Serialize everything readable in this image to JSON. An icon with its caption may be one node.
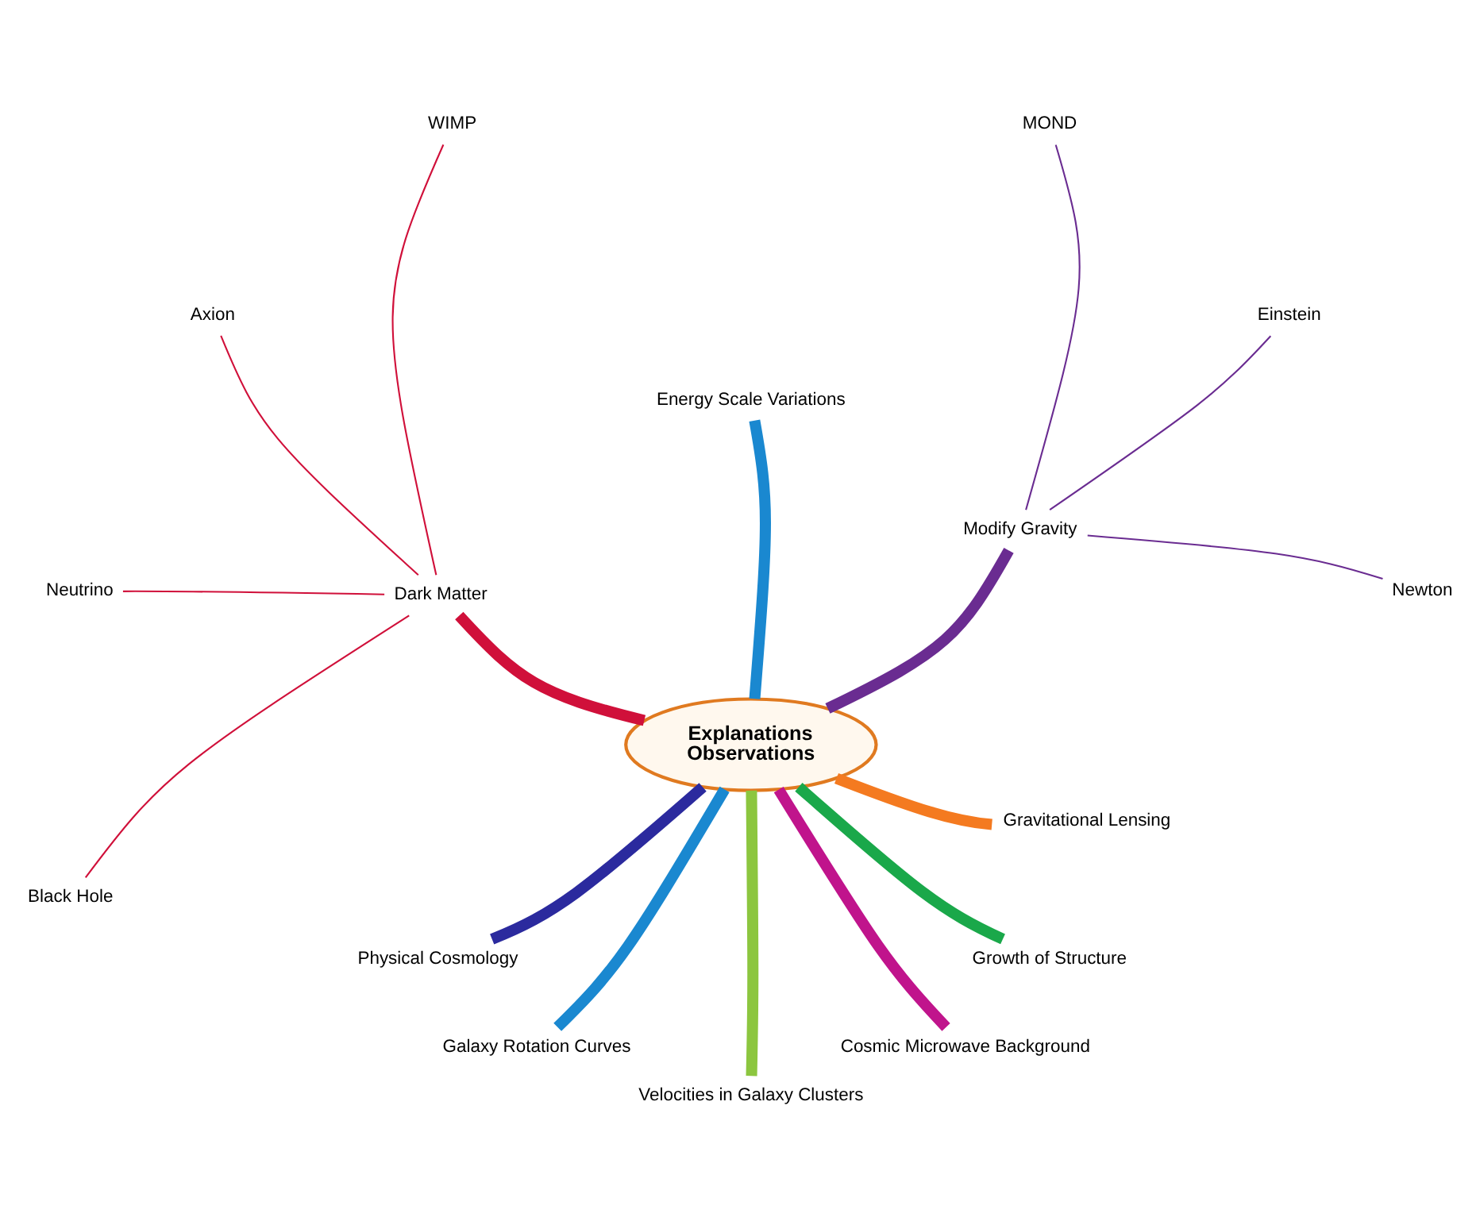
{
  "diagram": {
    "nodes": [
      {
        "text": [
          "Explanations",
          "Observations"
        ]
      },
      {
        "text": [
          "Modify Gravity"
        ]
      },
      {
        "text": [
          "Newton"
        ]
      },
      {
        "text": [
          "Einstein"
        ]
      },
      {
        "text": [
          "MOND"
        ]
      },
      {
        "text": [
          "Energy Scale Variations"
        ]
      },
      {
        "text": [
          "Dark Matter"
        ]
      },
      {
        "text": [
          "WIMP"
        ]
      },
      {
        "text": [
          "Axion"
        ]
      },
      {
        "text": [
          "Neutrino"
        ]
      },
      {
        "text": [
          "Black Hole"
        ]
      },
      {
        "text": [
          "Physical Cosmology"
        ]
      },
      {
        "text": [
          "Galaxy Rotation Curves"
        ]
      },
      {
        "text": [
          "Velocities in Galaxy Clusters"
        ]
      },
      {
        "text": [
          "Cosmic Microwave Background"
        ]
      },
      {
        "text": [
          "Growth of Structure"
        ]
      },
      {
        "text": [
          "Gravitational Lensing"
        ]
      }
    ],
    "edges": [
      {
        "from": 0,
        "to": 1,
        "arrow": "none",
        "color": "#6a2c91"
      },
      {
        "from": 1,
        "to": 2,
        "arrow": "none",
        "color": "#6a2c91"
      },
      {
        "from": 1,
        "to": 3,
        "arrow": "none",
        "color": "#6a2c91"
      },
      {
        "from": 1,
        "to": 4,
        "arrow": "none",
        "color": "#6a2c91"
      },
      {
        "from": 0,
        "to": 5,
        "arrow": "none",
        "color": "#1a88d0"
      },
      {
        "from": 0,
        "to": 6,
        "arrow": "none",
        "color": "#d0103a"
      },
      {
        "from": 6,
        "to": 7,
        "arrow": "none",
        "color": "#d0103a"
      },
      {
        "from": 6,
        "to": 8,
        "arrow": "none",
        "color": "#d0103a"
      },
      {
        "from": 6,
        "to": 9,
        "arrow": "none",
        "color": "#d0103a"
      },
      {
        "from": 6,
        "to": 10,
        "arrow": "none",
        "color": "#d0103a"
      },
      {
        "from": 0,
        "to": 11,
        "arrow": "none",
        "color": "#2b2a9e"
      },
      {
        "from": 0,
        "to": 12,
        "arrow": "none",
        "color": "#1a88d0"
      },
      {
        "from": 0,
        "to": 13,
        "arrow": "none",
        "color": "#8cc63f"
      },
      {
        "from": 0,
        "to": 14,
        "arrow": "none",
        "color": "#c0148c"
      },
      {
        "from": 0,
        "to": 15,
        "arrow": "none",
        "color": "#1aa84a"
      },
      {
        "from": 0,
        "to": 16,
        "arrow": "none",
        "color": "#f47a20"
      }
    ]
  }
}
